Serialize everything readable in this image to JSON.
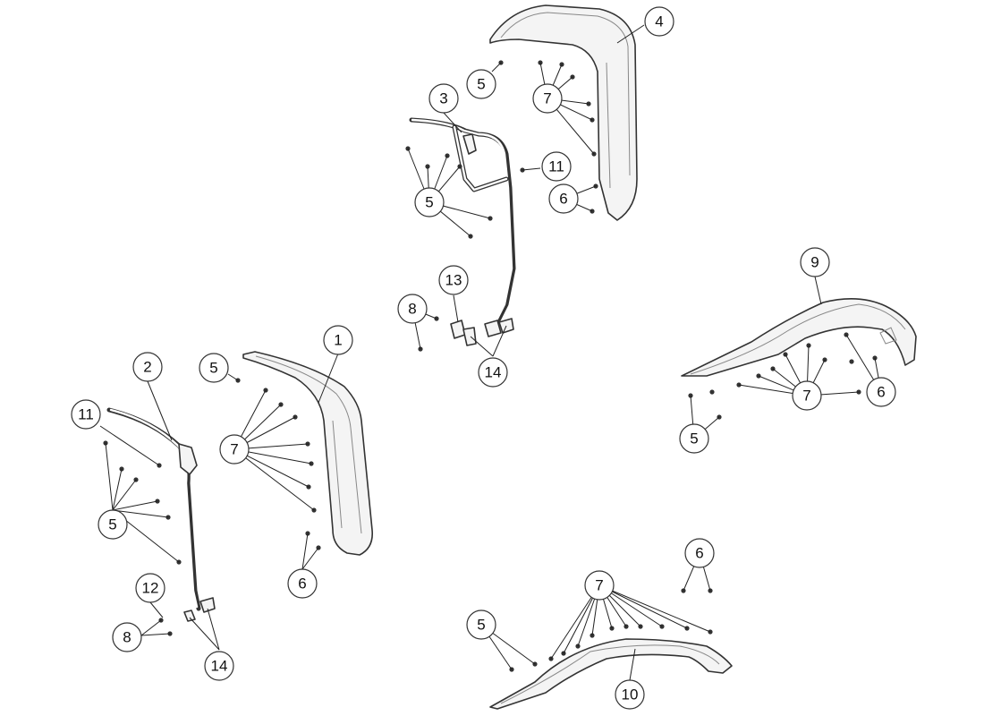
{
  "callouts": [
    {
      "label": "1"
    },
    {
      "label": "2"
    },
    {
      "label": "3"
    },
    {
      "label": "4"
    },
    {
      "label": "5"
    },
    {
      "label": "5"
    },
    {
      "label": "5"
    },
    {
      "label": "5"
    },
    {
      "label": "5"
    },
    {
      "label": "5"
    },
    {
      "label": "6"
    },
    {
      "label": "6"
    },
    {
      "label": "6"
    },
    {
      "label": "6"
    },
    {
      "label": "7"
    },
    {
      "label": "7"
    },
    {
      "label": "7"
    },
    {
      "label": "7"
    },
    {
      "label": "8"
    },
    {
      "label": "8"
    },
    {
      "label": "9"
    },
    {
      "label": "10"
    },
    {
      "label": "11"
    },
    {
      "label": "11"
    },
    {
      "label": "12"
    },
    {
      "label": "13"
    },
    {
      "label": "14"
    },
    {
      "label": "14"
    }
  ]
}
